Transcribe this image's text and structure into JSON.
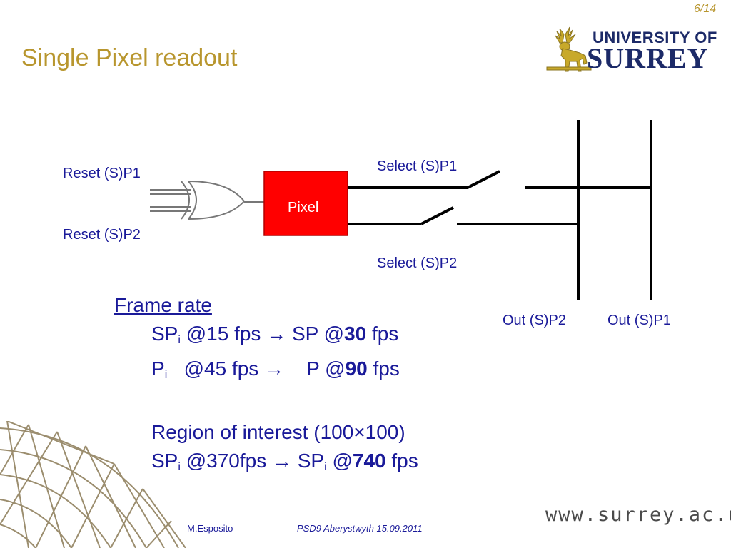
{
  "slide": {
    "page_number": "6/14",
    "title": "Single Pixel readout"
  },
  "logo": {
    "line1": "UNIVERSITY OF",
    "line2": "SURREY",
    "mark": "stag-icon"
  },
  "diagram": {
    "reset_p1": "Reset (S)P1",
    "reset_p2": "Reset (S)P2",
    "pixel": "Pixel",
    "select_p1": "Select (S)P1",
    "select_p2": "Select (S)P2",
    "out_p2": "Out (S)P2",
    "out_p1": "Out (S)P1",
    "colors": {
      "pixel_fill": "#ff0000",
      "wire": "#000000"
    }
  },
  "frame_rate": {
    "heading": "Frame rate",
    "row1": {
      "a": "SP",
      "a_sub": "i",
      "b": " @15 fps → SP @",
      "bold": "30",
      "c": " fps"
    },
    "row2": {
      "a": "P",
      "a_sub": "i",
      "b": "   @45 fps →    P @",
      "bold": "90",
      "c": " fps"
    },
    "roi": "Region of interest (100×100)",
    "row3": {
      "a": "SP",
      "a_sub": "i",
      "b": " @370fps → SP",
      "b_sub": "i",
      "c": " @",
      "bold": "740",
      "d": " fps"
    }
  },
  "footer": {
    "url": "www.surrey.ac.uk",
    "author": "M.Esposito",
    "event": "PSD9 Aberystwyth 15.09.2011"
  }
}
